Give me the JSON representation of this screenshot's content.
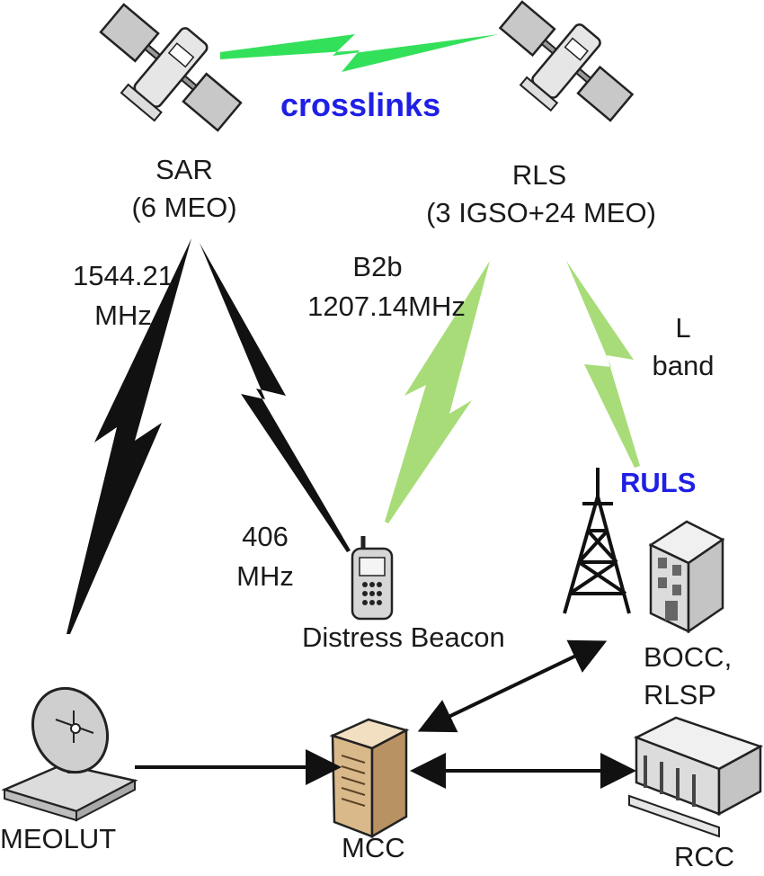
{
  "labels": {
    "crosslinks": "crosslinks",
    "sar_name": "SAR",
    "sar_sub": "(6 MEO)",
    "rls_name": "RLS",
    "rls_sub": "(3 IGSO+24  MEO)",
    "freq_1544_a": "1544.21",
    "freq_1544_b": "MHz",
    "b2b_a": "B2b",
    "b2b_b": "1207.14MHz",
    "lband_a": "L",
    "lband_b": "band",
    "rlus": "RULS",
    "f406_a": "406",
    "f406_b": "MHz",
    "distress": "Distress Beacon",
    "bocc_a": "BOCC,",
    "bocc_b": "RLSP",
    "meolut": "MEOLUT",
    "mcc": "MCC",
    "rcc": "RCC"
  },
  "colors": {
    "crosslink_green": "#33e05a",
    "link_light_green": "#a8dc78",
    "link_black": "#111111",
    "label_blue": "#1f1fe6",
    "mcc_tan": "#d9b98a"
  },
  "icons": [
    "satellite-icon",
    "satellite-icon",
    "phone-icon",
    "antenna-tower-icon",
    "office-building-icon",
    "satellite-dish-icon",
    "server-tower-icon",
    "government-building-icon"
  ]
}
